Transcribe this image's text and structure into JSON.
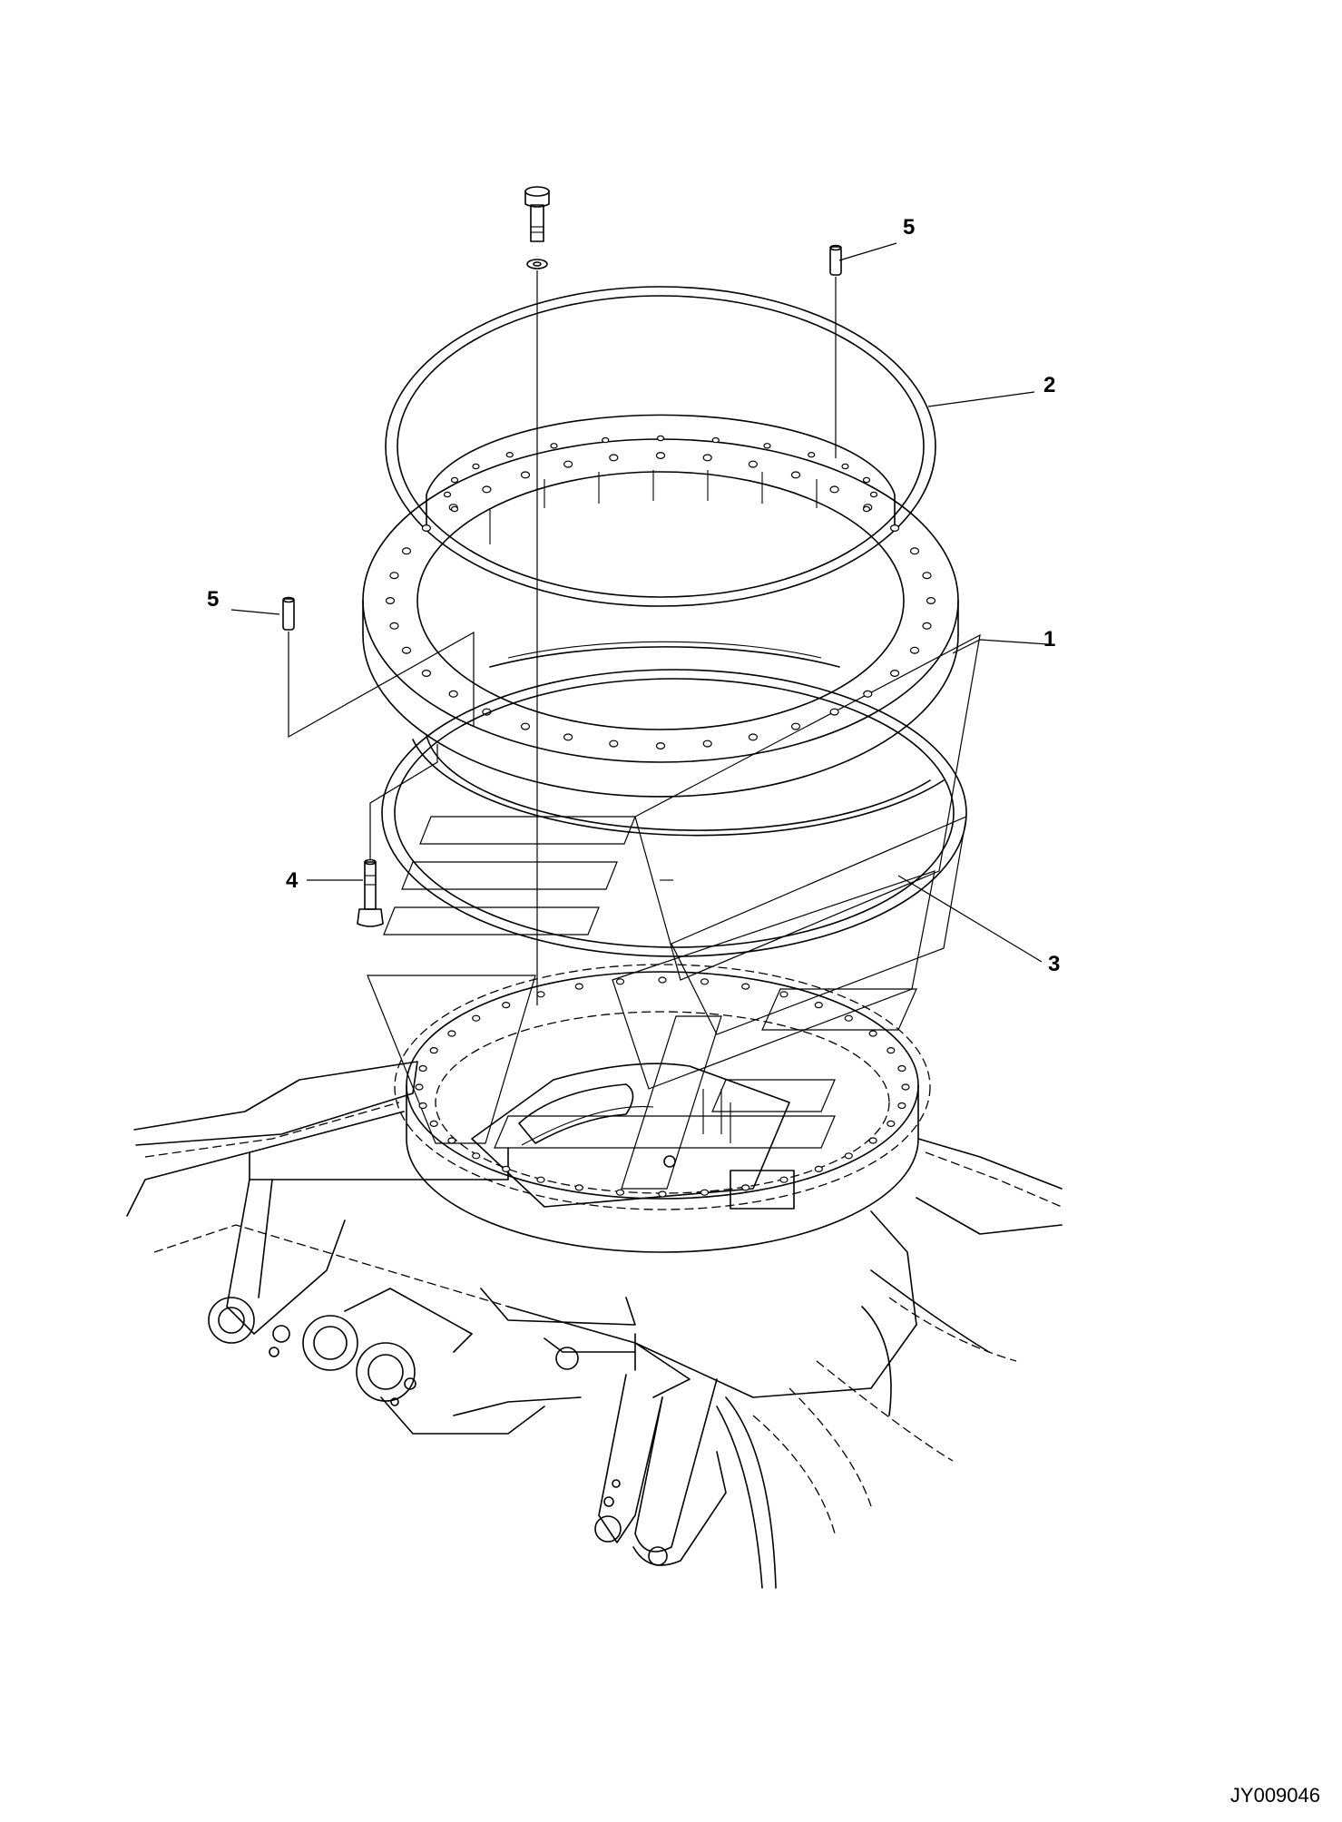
{
  "drawing_id": "JY009046",
  "callouts": {
    "swing_circle": "1",
    "seal_ring": "2",
    "o_ring": "3",
    "bolt": "4",
    "pin_right": "5",
    "pin_left": "5"
  }
}
